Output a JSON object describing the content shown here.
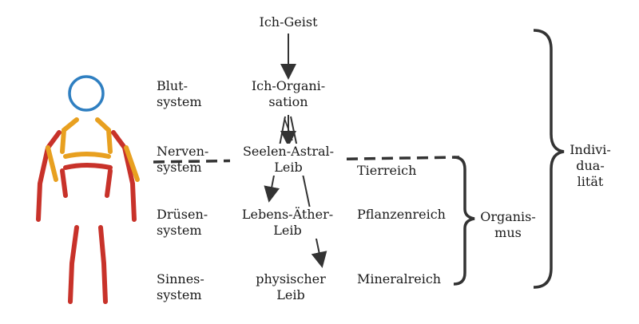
{
  "diagram": {
    "top": {
      "label": "Ich-Geist"
    },
    "center": [
      {
        "line1": "Ich-Organi-",
        "line2": "sation"
      },
      {
        "line1": "Seelen-Astral-",
        "line2": "Leib"
      },
      {
        "line1": "Lebens-Äther-",
        "line2": "Leib"
      },
      {
        "line1": "physischer",
        "line2": "Leib"
      }
    ],
    "systems": [
      {
        "line1": "Blut-",
        "line2": "system"
      },
      {
        "line1": "Nerven-",
        "line2": "system"
      },
      {
        "line1": "Drüsen-",
        "line2": "system"
      },
      {
        "line1": "Sinnes-",
        "line2": "system"
      }
    ],
    "kingdoms": [
      "Tierreich",
      "Pflanzenreich",
      "Mineralreich"
    ],
    "organism": {
      "line1": "Organis-",
      "line2": "mus"
    },
    "individuality": {
      "line1": "Indivi-",
      "line2": "dua-",
      "line3": "lität"
    },
    "colors": {
      "head": "#2f7fc1",
      "upper_body": "#e8a020",
      "lower_body": "#c8322a",
      "lines": "#333333"
    }
  }
}
